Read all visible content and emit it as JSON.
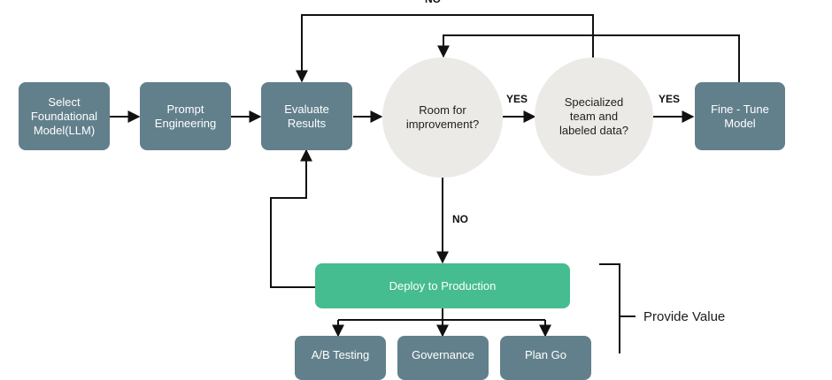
{
  "colors": {
    "step_box": "#62808c",
    "decision": "#eceae6",
    "deploy": "#46bc91",
    "line": "#111111"
  },
  "nodes": {
    "select_model": "Select\nFoundational\nModel(LLM)",
    "prompt_engineering": "Prompt\nEngineering",
    "evaluate_results": "Evaluate\nResults",
    "room_for_improvement": "Room for\nimprovement?",
    "specialized_team": "Specialized\nteam and\nlabeled data?",
    "fine_tune": "Fine - Tune\nModel",
    "deploy": "Deploy to Production",
    "ab_testing": "A/B Testing",
    "bottom_2": "Governance",
    "bottom_3": "Plan Go"
  },
  "labels": {
    "no_top": "NO",
    "yes_1": "YES",
    "yes_2": "YES",
    "no_down": "NO",
    "provide_value": "Provide Value"
  }
}
